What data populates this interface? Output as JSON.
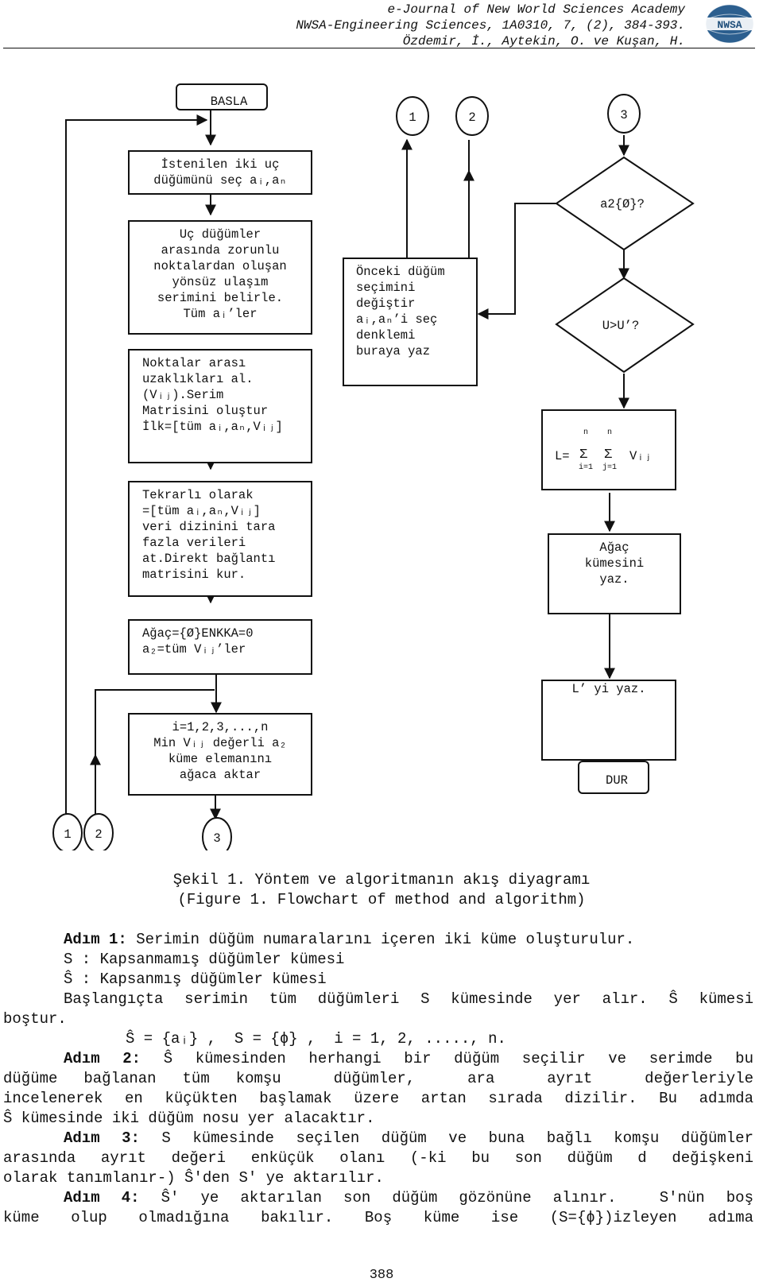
{
  "header": {
    "line1": "e-Journal of New World Sciences Academy",
    "line2": "NWSA-Engineering Sciences, 1A0310, 7, (2), 384-393.",
    "line3": "Özdemir, İ., Aytekin, O. ve Kuşan, H.",
    "logo_text": "NWSA"
  },
  "flowchart": {
    "start": "BASLA",
    "box1": [
      "İstenilen iki uç",
      "düğümünü seç aᵢ,aₙ"
    ],
    "box2": [
      "Uç düğümler",
      "arasında zorunlu",
      "noktalardan oluşan",
      "yönsüz ulaşım",
      "serimini belirle.",
      "Tüm aᵢ’ler"
    ],
    "box3": [
      "Noktalar arası",
      "uzaklıkları al.",
      "(Vᵢⱼ).Serim",
      "Matrisini oluştur",
      "İlk=[tüm aᵢ,aₙ,Vᵢⱼ]"
    ],
    "box4": [
      "Tekrarlı olarak",
      "=[tüm aᵢ,aₙ,Vᵢⱼ]",
      "veri dizinini tara",
      "fazla verileri",
      "at.Direkt bağlantı",
      "matrisini kur."
    ],
    "box5": [
      "Ağaç={Ø}ENKKA=0",
      "a₂=tüm Vᵢⱼ’ler"
    ],
    "box6": [
      "i=1,2,3,...,n",
      "Min Vᵢⱼ değerli a₂",
      "küme elemanını",
      "ağaca aktar"
    ],
    "box_mid": [
      "Önceki düğüm",
      "seçimini",
      "değiştir",
      "aᵢ,aₙ’i seç",
      "denklemi",
      "buraya yaz"
    ],
    "decision1": "a2{Ø}?",
    "decision2": "U>U’?",
    "sum_box": {
      "lhs": "L=",
      "sigma": "Σ",
      "upper": "n",
      "lower_i": "i=1",
      "lower_j": "j=1",
      "term": "Vᵢⱼ"
    },
    "box_tree": [
      "Ağaç",
      "kümesini",
      "yaz."
    ],
    "box_L": "L’ yi  yaz.",
    "end": "DUR",
    "connectors": {
      "c1": "1",
      "c2": "2",
      "c3": "3"
    }
  },
  "caption": {
    "line1": "Şekil 1. Yöntem ve algoritmanın akış diyagramı",
    "line2": "(Figure 1. Flowchart of method and algorithm)"
  },
  "body": {
    "step1_label": "Adım 1:",
    "step1_text": " Serimin düğüm numaralarını içeren iki küme oluşturulur.",
    "s_def": "S : Kapsanmamış düğümler kümesi",
    "shat_def": "Ŝ : Kapsanmış düğümler kümesi",
    "init_line": "Başlangıçta serimin tüm düğümleri S kümesinde yer alır. Ŝ kümesi",
    "init_cont": "boştur.",
    "formula": "Ŝ = {aᵢ} ,  S = {ϕ} ,  i = 1, 2, ....., n.",
    "step2_label": "Adım 2:",
    "step2_l1": " Ŝ kümesinden herhangi bir düğüm seçilir ve serimde bu",
    "step2_l2": "düğüme bağlanan tüm komşu  düğümler,  ara  ayrıt  değerleriyle",
    "step2_l3": "incelenerek en küçükten başlamak üzere artan sırada dizilir. Bu adımda",
    "step2_l4": "Ŝ kümesinde iki düğüm nosu yer alacaktır.",
    "step3_label": "Adım 3:",
    "step3_l1": " S kümesinde seçilen düğüm ve buna bağlı komşu düğümler",
    "step3_l2": "arasında ayrıt değeri enküçük olanı (-ki bu son düğüm d değişkeni",
    "step3_l3": "olarak tanımlanır-) Ŝ'den S' ye aktarılır.",
    "step4_label": "Adım 4:",
    "step4_l1": " Ŝ' ye aktarılan son düğüm gözönüne alınır.  S'nün boş",
    "step4_l2": "küme olup olmadığına bakılır. Boş küme ise (S={ϕ})izleyen adıma"
  },
  "page_number": "388"
}
